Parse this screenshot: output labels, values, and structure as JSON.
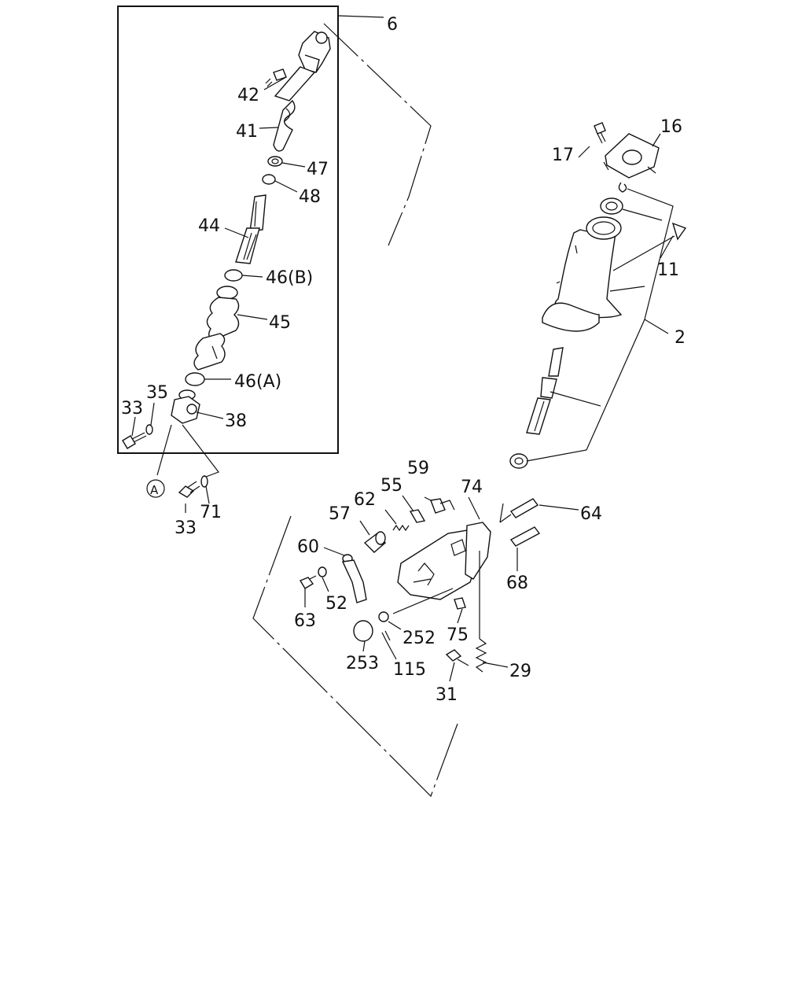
{
  "callouts": {
    "c6": "6",
    "c42": "42",
    "c41": "41",
    "c47": "47",
    "c48": "48",
    "c44": "44",
    "c46b": "46(B)",
    "c45": "45",
    "c46a": "46(A)",
    "c35": "35",
    "c33a": "33",
    "c38": "38",
    "cA": "A",
    "c33b": "33",
    "c71": "71",
    "c17": "17",
    "c16": "16",
    "c11": "11",
    "c2": "2",
    "c59": "59",
    "c55": "55",
    "c74": "74",
    "c62": "62",
    "c57": "57",
    "c64": "64",
    "c60": "60",
    "c68": "68",
    "c52": "52",
    "c63": "63",
    "c252": "252",
    "c75": "75",
    "c253": "253",
    "c115": "115",
    "c29": "29",
    "c31": "31"
  },
  "colors": {
    "line": "#111111",
    "background": "#ffffff"
  }
}
